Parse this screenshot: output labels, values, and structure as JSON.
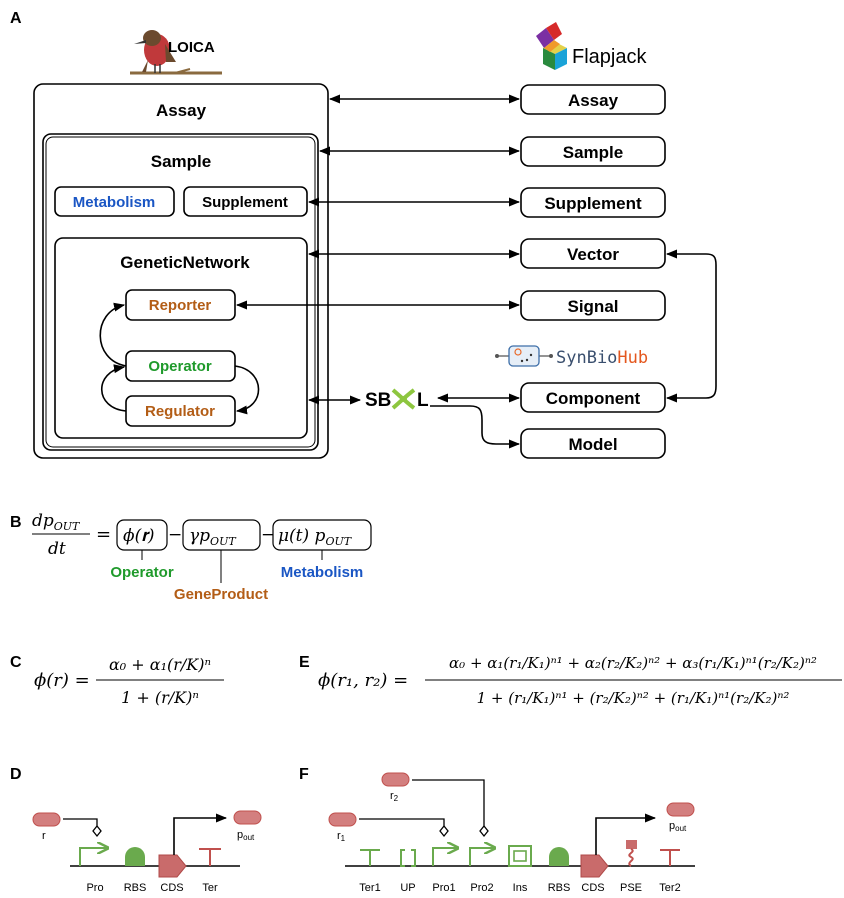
{
  "panels": {
    "a": "A",
    "b": "B",
    "c": "C",
    "d": "D",
    "e": "E",
    "f": "F"
  },
  "logos": {
    "loica": "LOICA",
    "flapjack": "Flapjack",
    "synbiohub_syn": "SynBio",
    "synbiohub_hub": "Hub",
    "sbol_left": "SB",
    "sbol_right": "L"
  },
  "loica": {
    "assay": "Assay",
    "sample": "Sample",
    "metabolism": "Metabolism",
    "supplement": "Supplement",
    "genetic_network": "GeneticNetwork",
    "reporter": "Reporter",
    "operator": "Operator",
    "regulator": "Regulator"
  },
  "flapjack": {
    "assay": "Assay",
    "sample": "Sample",
    "supplement": "Supplement",
    "vector": "Vector",
    "signal": "Signal",
    "component": "Component",
    "model": "Model"
  },
  "equation_b": {
    "lhs_num": "dp",
    "lhs_num_sub": "OUT",
    "lhs_den": "dt",
    "equals": "=",
    "term1": "ϕ(𝐫)",
    "minus1": "−",
    "term2": "γp",
    "term2_sub": "OUT",
    "minus2": "−",
    "term3": "μ(t) p",
    "term3_sub": "OUT",
    "label_operator": "Operator",
    "label_geneproduct": "GeneProduct",
    "label_metabolism": "Metabolism"
  },
  "equation_c": {
    "lhs": "ϕ(r) =",
    "num": "α₀ + α₁(r/K)ⁿ",
    "den": "1 + (r/K)ⁿ"
  },
  "equation_e": {
    "lhs": "ϕ(r₁, r₂) =",
    "num": "α₀ + α₁(r₁/K₁)ⁿ¹ + α₂(r₂/K₂)ⁿ² + α₃(r₁/K₁)ⁿ¹(r₂/K₂)ⁿ²",
    "den": "1 + (r₁/K₁)ⁿ¹ + (r₂/K₂)ⁿ² + (r₁/K₁)ⁿ¹(r₂/K₂)ⁿ²"
  },
  "circuit_d": {
    "input": "r",
    "output": "p",
    "output_sub": "out",
    "parts": [
      "Pro",
      "RBS",
      "CDS",
      "Ter"
    ]
  },
  "circuit_f": {
    "input1": "r",
    "input1_sub": "1",
    "input2": "r",
    "input2_sub": "2",
    "output": "p",
    "output_sub": "out",
    "parts": [
      "Ter1",
      "UP",
      "Pro1",
      "Pro2",
      "Ins",
      "RBS",
      "CDS",
      "PSE",
      "Ter2"
    ]
  },
  "colors": {
    "metabolism": "#1a56c4",
    "operator": "#1f9a2b",
    "orange": "#b35d16",
    "part_green": "#6aaa4d",
    "part_red": "#c0504d",
    "part_fill": "#d37f7f"
  }
}
